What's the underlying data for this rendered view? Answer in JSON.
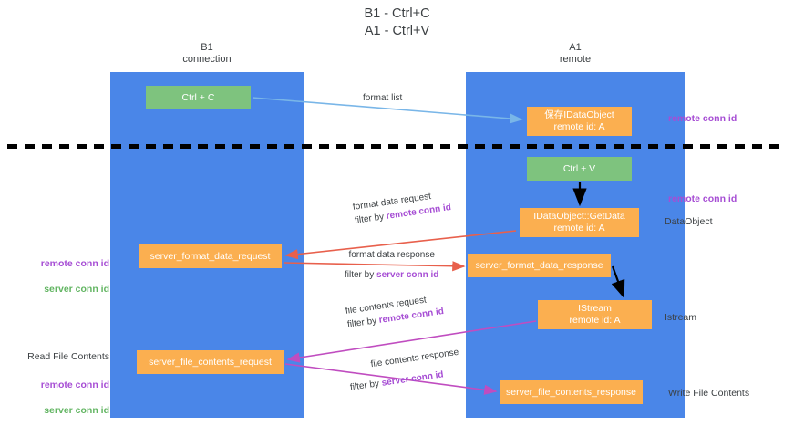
{
  "diagram": {
    "title": "B1 - Ctrl+C\nA1 - Ctrl+V",
    "lanes": [
      {
        "id": "b1",
        "header": "B1\nconnection"
      },
      {
        "id": "a1",
        "header": "A1\nremote"
      }
    ],
    "nodes": [
      {
        "id": "ctrl-c",
        "label": "Ctrl + C",
        "color": "#7ec37e"
      },
      {
        "id": "idataobject",
        "label": "保存IDataObject\nremote id: A",
        "color": "#fbaf50"
      },
      {
        "id": "ctrl-v",
        "label": "Ctrl + V",
        "color": "#7ec37e"
      },
      {
        "id": "getdata",
        "label": "IDataObject::GetData\nremote id: A",
        "color": "#fbaf50"
      },
      {
        "id": "server-format-data-request",
        "label": "server_format_data_request",
        "color": "#fbaf50"
      },
      {
        "id": "server-format-data-response",
        "label": "server_format_data_response",
        "color": "#fbaf50"
      },
      {
        "id": "istream",
        "label": "IStream\nremote id: A",
        "color": "#fbaf50"
      },
      {
        "id": "server-file-contents-request",
        "label": "server_file_contents_request",
        "color": "#fbaf50"
      },
      {
        "id": "server-file-contents-response",
        "label": "server_file_contents_response",
        "color": "#fbaf50"
      }
    ],
    "edge_labels": {
      "format_list": "format list",
      "format_data_request": "format data request",
      "format_data_request_filter_prefix": "filter by ",
      "format_data_request_filter_value": "remote conn id",
      "format_data_response": "format data response",
      "format_data_response_filter_prefix": "filter by ",
      "format_data_response_filter_value": "server conn id",
      "file_contents_request": "file contents request",
      "file_contents_request_filter_prefix": "filter by ",
      "file_contents_request_filter_value": "remote conn id",
      "file_contents_response": "file contents response",
      "file_contents_response_filter_prefix": "filter by ",
      "file_contents_response_filter_value": "server conn id"
    },
    "right_labels": {
      "remote_conn_id_top": "remote conn id",
      "remote_conn_id_mid": "remote conn id",
      "dataobject": "DataObject",
      "istream": "Istream",
      "write_file_contents": "Write File Contents"
    },
    "left_labels": {
      "remote_conn_id": "remote conn id",
      "server_conn_id": "server conn id",
      "read_file_contents": "Read File Contents",
      "remote_conn_id_2": "remote conn id",
      "server_conn_id_2": "server conn id"
    },
    "colors": {
      "lane": "#4a86e8",
      "green_node": "#7ec37e",
      "orange_node": "#fbaf50",
      "purple_text": "#a64dd4",
      "green_text": "#62b562",
      "red_arrow": "#e8604c",
      "blue_arrow": "#79b6e8",
      "magenta_arrow": "#c04dc0",
      "black_arrow": "#000000"
    }
  }
}
